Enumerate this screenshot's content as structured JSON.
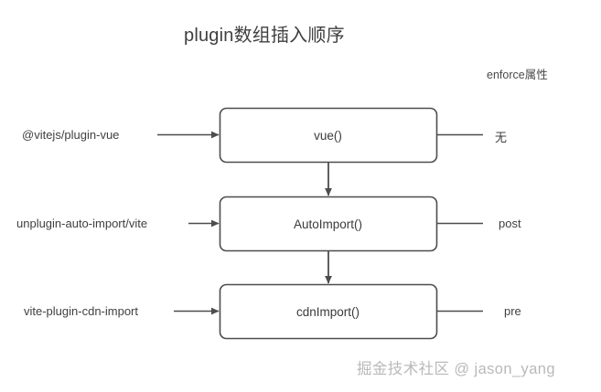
{
  "diagram": {
    "title": "plugin数组插入顺序",
    "column_header": "enforce属性",
    "watermark": "掘金技术社区 @ jason_yang",
    "stroke_color": "#4d4d4d",
    "text_color": "#3f3f3f",
    "background": "#ffffff",
    "rows": [
      {
        "source": "@vitejs/plugin-vue",
        "node": "vue()",
        "enforce": "无"
      },
      {
        "source": "unplugin-auto-import/vite",
        "node": "AutoImport()",
        "enforce": "post"
      },
      {
        "source": "vite-plugin-cdn-import",
        "node": "cdnImport()",
        "enforce": "pre"
      }
    ],
    "flow_order": [
      "vue()",
      "AutoImport()",
      "cdnImport()"
    ]
  }
}
